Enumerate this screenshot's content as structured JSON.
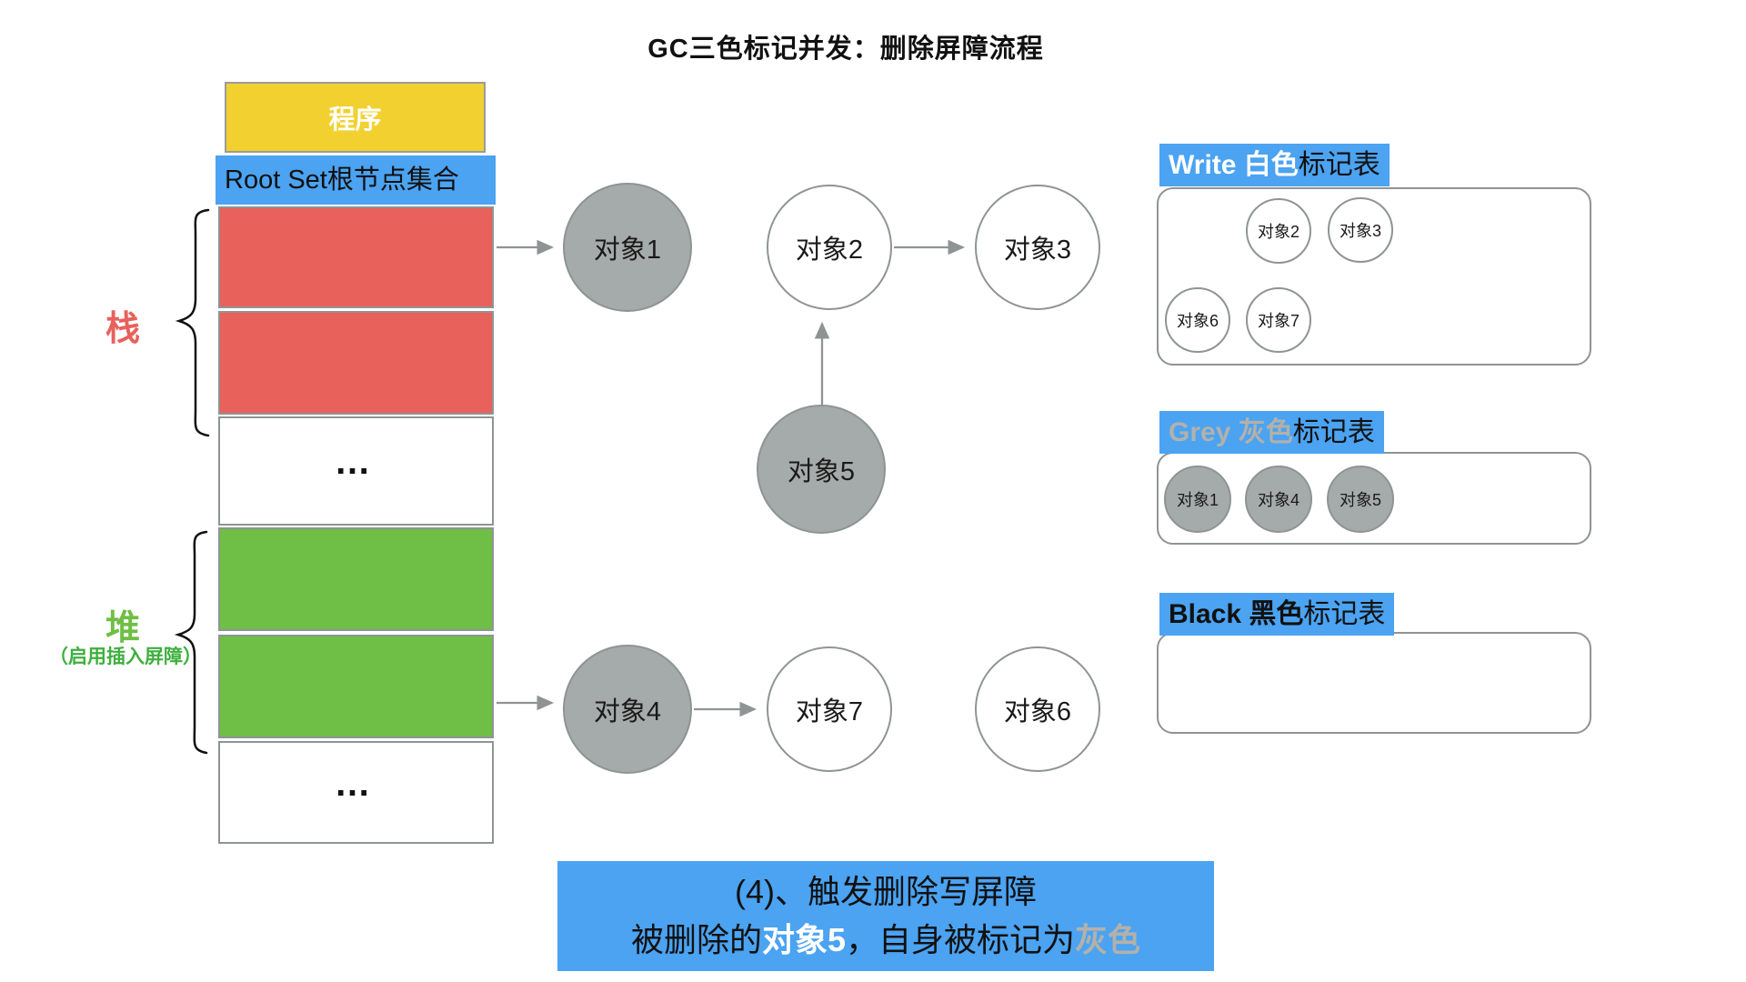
{
  "title": "GC三色标记并发：删除屏障流程",
  "colors": {
    "blue": "#4BA3F1",
    "red": "#E8615B",
    "green": "#6FBE45",
    "yellow": "#F2D02F",
    "grey_fill": "#A5ABAA",
    "border_grey": "#8E9494",
    "grey_text": "#B3B1AA"
  },
  "memory": {
    "program_label": "程序",
    "root_set_label": "Root Set根节点集合",
    "stack_label": "栈",
    "heap_label": "堆",
    "heap_sublabel": "（启用插入屏障）",
    "ellipsis": "…"
  },
  "graph": {
    "nodes": [
      {
        "id": "obj1",
        "label": "对象1",
        "color": "grey"
      },
      {
        "id": "obj2",
        "label": "对象2",
        "color": "white"
      },
      {
        "id": "obj3",
        "label": "对象3",
        "color": "white"
      },
      {
        "id": "obj5",
        "label": "对象5",
        "color": "grey"
      },
      {
        "id": "obj4",
        "label": "对象4",
        "color": "grey"
      },
      {
        "id": "obj7",
        "label": "对象7",
        "color": "white"
      },
      {
        "id": "obj6",
        "label": "对象6",
        "color": "white"
      }
    ],
    "edges": [
      "栈→对象1",
      "对象2→对象3",
      "对象5→对象2",
      "堆→对象4",
      "对象4→对象7"
    ]
  },
  "tables": {
    "white": {
      "title_highlight": "Write 白色",
      "title_rest": "标记表",
      "items": [
        "对象2",
        "对象3",
        "对象6",
        "对象7"
      ]
    },
    "grey": {
      "title_highlight": "Grey 灰色",
      "title_rest": "标记表",
      "items": [
        "对象1",
        "对象4",
        "对象5"
      ]
    },
    "black": {
      "title_highlight": "Black 黑色",
      "title_rest": "标记表",
      "items": []
    }
  },
  "caption": {
    "line1": "(4)、触发删除写屏障",
    "line2": [
      {
        "text": "被删除的",
        "style": "black"
      },
      {
        "text": "对象5",
        "style": "white-bold"
      },
      {
        "text": "，自身被标记为",
        "style": "black"
      },
      {
        "text": "灰色",
        "style": "grey"
      }
    ]
  }
}
